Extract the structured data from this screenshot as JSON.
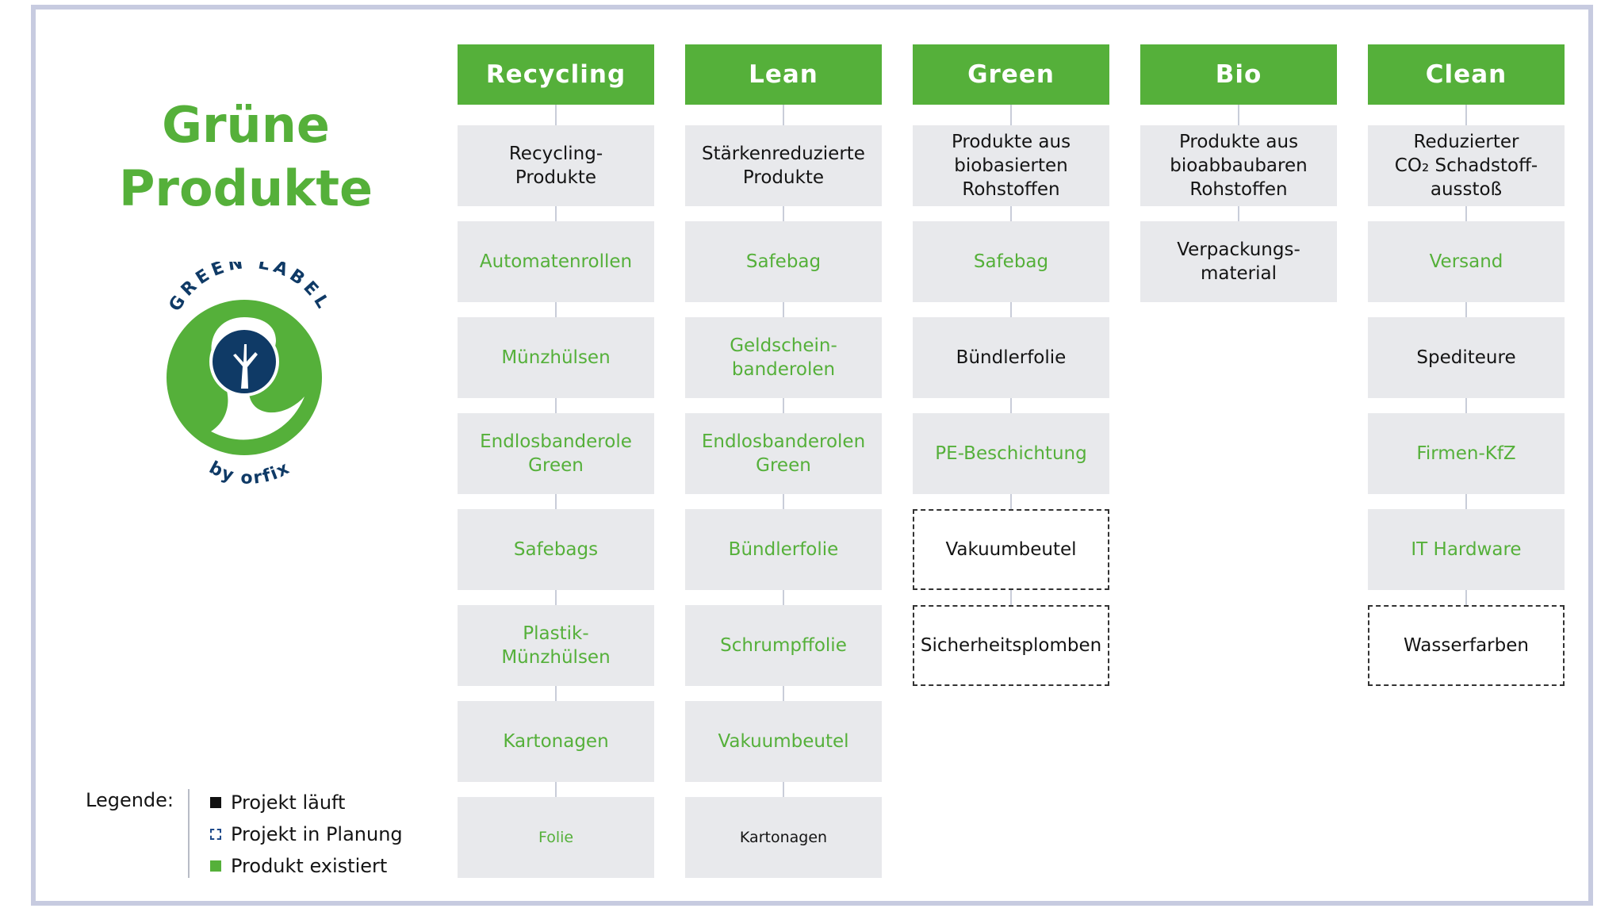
{
  "title": {
    "line1": "Grüne",
    "line2": "Produkte"
  },
  "logo": {
    "arc_text": "GREEN LABEL",
    "sub_text": "by orfix"
  },
  "colors": {
    "green": "#55b03a",
    "box": "#e8e9ec",
    "navy": "#0f3a66",
    "frame": "#c7cbe0",
    "text": "#141414"
  },
  "columns": [
    {
      "header": "Recycling",
      "items": [
        {
          "text": "Recycling-\nProdukte",
          "status": "category"
        },
        {
          "text": "Automatenrollen",
          "status": "existing"
        },
        {
          "text": "Münzhülsen",
          "status": "existing"
        },
        {
          "text": "Endlosbanderole\nGreen",
          "status": "existing"
        },
        {
          "text": "Safebags",
          "status": "existing"
        },
        {
          "text": "Plastik-\nMünzhülsen",
          "status": "existing"
        },
        {
          "text": "Kartonagen",
          "status": "existing"
        },
        {
          "text": "Folie",
          "status": "existing",
          "small": true
        }
      ]
    },
    {
      "header": "Lean",
      "items": [
        {
          "text": "Stärkenreduzierte\nProdukte",
          "status": "category"
        },
        {
          "text": "Safebag",
          "status": "existing"
        },
        {
          "text": "Geldschein-\nbanderolen",
          "status": "existing"
        },
        {
          "text": "Endlosbanderolen\nGreen",
          "status": "existing"
        },
        {
          "text": "Bündlerfolie",
          "status": "existing"
        },
        {
          "text": "Schrumpffolie",
          "status": "existing"
        },
        {
          "text": "Vakuumbeutel",
          "status": "existing"
        },
        {
          "text": "Kartonagen",
          "status": "running",
          "small": true
        }
      ]
    },
    {
      "header": "Green",
      "items": [
        {
          "text": "Produkte aus\nbiobasierten\nRohstoffen",
          "status": "category"
        },
        {
          "text": "Safebag",
          "status": "existing"
        },
        {
          "text": "Bündlerfolie",
          "status": "running"
        },
        {
          "text": "PE-Beschichtung",
          "status": "existing"
        },
        {
          "text": "Vakuumbeutel",
          "status": "planned"
        },
        {
          "text": "Sicherheitsplomben",
          "status": "planned"
        }
      ]
    },
    {
      "header": "Bio",
      "items": [
        {
          "text": "Produkte aus\nbioabbaubaren\nRohstoffen",
          "status": "category"
        },
        {
          "text": "Verpackungs-\nmaterial",
          "status": "category"
        }
      ]
    },
    {
      "header": "Clean",
      "items": [
        {
          "text": "Reduzierter\nCO₂ Schadstoff-\nausstoß",
          "status": "category"
        },
        {
          "text": "Versand",
          "status": "existing"
        },
        {
          "text": "Spediteure",
          "status": "running"
        },
        {
          "text": "Firmen-KfZ",
          "status": "existing"
        },
        {
          "text": "IT Hardware",
          "status": "existing"
        },
        {
          "text": "Wasserfarben",
          "status": "planned"
        }
      ]
    }
  ],
  "legend": {
    "label": "Legende:",
    "items": [
      {
        "text": "Projekt läuft",
        "icon": "filled-square-icon",
        "color": "#111111"
      },
      {
        "text": "Projekt in Planung",
        "icon": "dashed-square-icon",
        "color": "#1f4a8a"
      },
      {
        "text": "Produkt existiert",
        "icon": "filled-square-icon",
        "color": "#55b03a"
      }
    ]
  }
}
